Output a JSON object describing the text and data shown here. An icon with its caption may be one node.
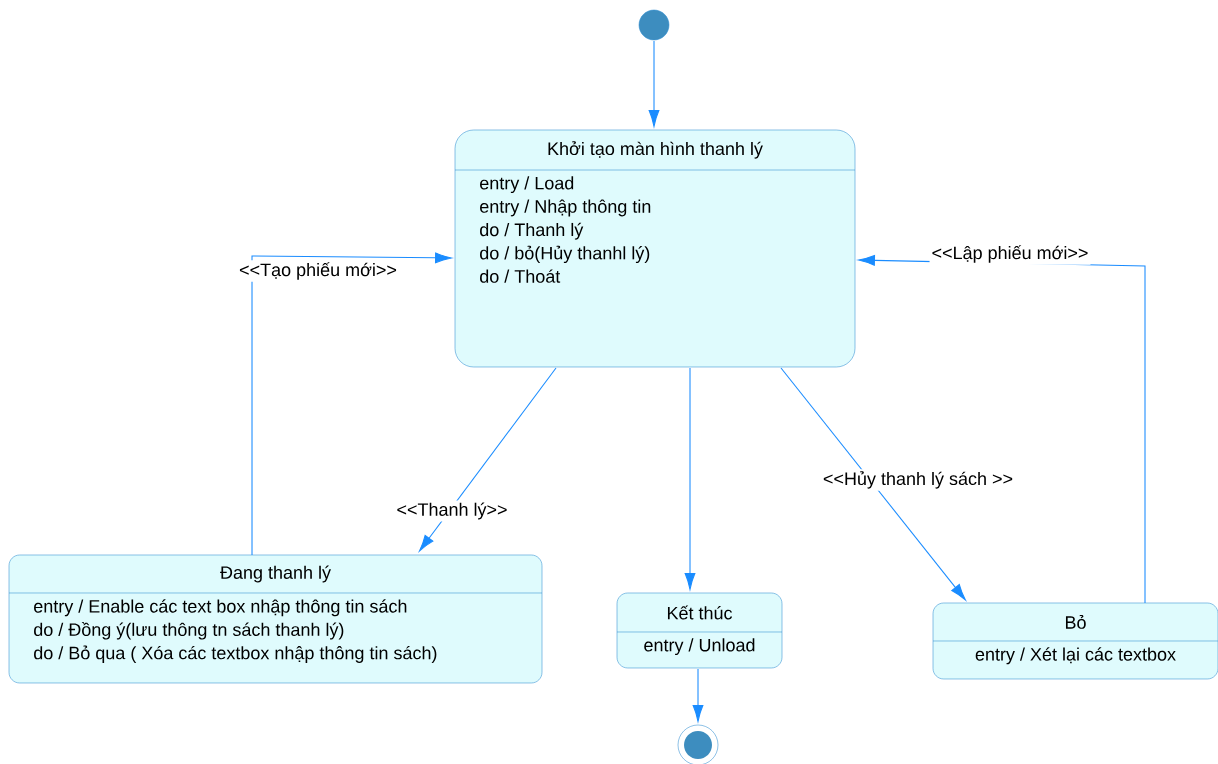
{
  "diagram": {
    "nodes": [
      {
        "text": [],
        "shape": "circle"
      },
      {
        "text": [
          "Khởi tạo màn hình thanh lý",
          "entry / Load",
          "entry / Nhập thông tin",
          "do / Thanh lý",
          "do / bỏ(Hủy thanhl lý)",
          "do / Thoát"
        ]
      },
      {
        "text": [
          "Đang thanh lý",
          "entry / Enable các text box nhập thông tin sách",
          "do / Đồng ý(lưu thông tn sách thanh lý)",
          "do / Bỏ qua ( Xóa các textbox nhập thông tin sách)"
        ]
      },
      {
        "text": [
          "Kết thúc",
          "entry / Unload"
        ]
      },
      {
        "text": [
          "Bỏ",
          "entry / Xét lại các textbox"
        ]
      },
      {
        "text": [],
        "shape": "circle"
      }
    ],
    "edges": [
      {
        "from": 0,
        "to": 1,
        "arrow": "to"
      },
      {
        "from": 1,
        "to": 2,
        "arrow": "to",
        "label": "<<Thanh lý>>"
      },
      {
        "from": 1,
        "to": 3,
        "arrow": "to"
      },
      {
        "from": 1,
        "to": 4,
        "arrow": "to",
        "label": "<<Hủy thanh lý sách >>"
      },
      {
        "from": 2,
        "to": 1,
        "arrow": "to",
        "label": "<<Tạo phiếu mới>>"
      },
      {
        "from": 4,
        "to": 1,
        "arrow": "to",
        "label": "<<Lập phiếu mới>>"
      },
      {
        "from": 3,
        "to": 5,
        "arrow": "to"
      }
    ]
  }
}
